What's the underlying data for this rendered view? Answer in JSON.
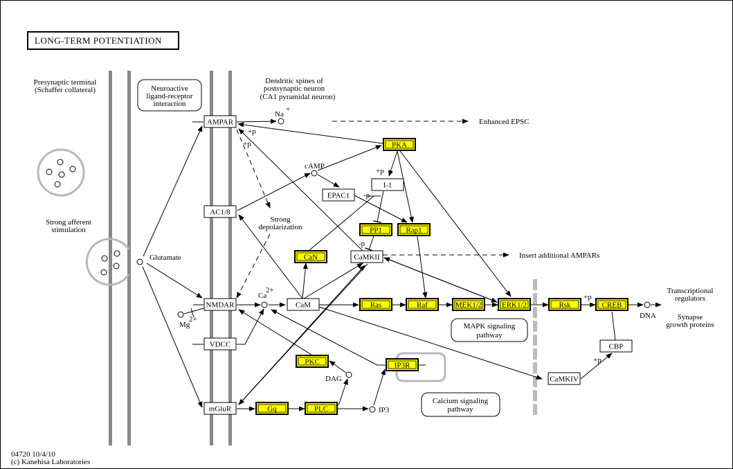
{
  "title": "LONG-TERM POTENTIATION",
  "footer": {
    "map_id_date": "04720 10/4/10",
    "copyright": "(c) Kanehisa Laboratories"
  },
  "colors": {
    "highlight": "#ffff00",
    "membrane": "#888888",
    "vesicle": "#b8b8b8",
    "boundary": "#bbbbbb"
  },
  "regions": {
    "presynaptic": "Presynaptic terminal",
    "presynaptic_sub": "(Schaffer collateral)",
    "dendritic_1": "Dendritic spines of",
    "dendritic_2": "postsynaptic neuron",
    "dendritic_3": "(CA1 pyramidal neuron)",
    "stimulation_1": "Strong afferent",
    "stimulation_2": "stimulation",
    "depolarization_1": "Strong",
    "depolarization_2": "depolarization"
  },
  "pathway_links": {
    "neuroactive_1": "Neuroactive",
    "neuroactive_2": "ligand-receptor",
    "neuroactive_3": "interaction",
    "mapk_1": "MAPK signaling",
    "mapk_2": "pathway",
    "calcium_1": "Calcium signaling",
    "calcium_2": "pathway"
  },
  "outputs": {
    "enhanced_epsc": "Enhanced EPSC",
    "insert_ampars": "Insert additional AMPARs",
    "transcriptional_1": "Transcriptional",
    "transcriptional_2": "regulators",
    "synapse_1": "Synapse",
    "synapse_2": "growth proteins"
  },
  "compounds": {
    "glutamate": "Glutamate",
    "na": "Na",
    "na_charge": "+",
    "camp": "cAMP",
    "ca": "Ca",
    "ca_charge": "2+",
    "mg": "Mg",
    "mg_charge": "2+",
    "dag": "DAG",
    "ip3": "IP3",
    "dna": "DNA"
  },
  "genes": {
    "ampar": {
      "label": "AMPAR",
      "highlighted": false
    },
    "ac18": {
      "label": "AC1/8",
      "highlighted": false
    },
    "nmdar": {
      "label": "NMDAR",
      "highlighted": false
    },
    "vdcc": {
      "label": "VDCC",
      "highlighted": false
    },
    "mglur": {
      "label": "mGluR",
      "highlighted": false
    },
    "pka": {
      "label": "PKA",
      "highlighted": true
    },
    "i1": {
      "label": "I-1",
      "highlighted": false
    },
    "epac1": {
      "label": "EPAC1",
      "highlighted": false
    },
    "pp1": {
      "label": "PP1",
      "highlighted": true
    },
    "rap1": {
      "label": "Rap1",
      "highlighted": true
    },
    "can": {
      "label": "CaN",
      "highlighted": true
    },
    "camkii": {
      "label": "CaMKII",
      "highlighted": false
    },
    "cam": {
      "label": "CaM",
      "highlighted": false
    },
    "ras": {
      "label": "Ras",
      "highlighted": true
    },
    "raf": {
      "label": "Raf",
      "highlighted": true
    },
    "mek12": {
      "label": "MEK1/2",
      "highlighted": true
    },
    "erk12": {
      "label": "ERK1/2",
      "highlighted": true
    },
    "rsk": {
      "label": "Rsk",
      "highlighted": true
    },
    "creb": {
      "label": "CREB",
      "highlighted": true
    },
    "cbp": {
      "label": "CBP",
      "highlighted": false
    },
    "camkiv": {
      "label": "CaMKIV",
      "highlighted": false
    },
    "pkc": {
      "label": "PKC",
      "highlighted": true
    },
    "ip3r": {
      "label": "IP3R",
      "highlighted": true
    },
    "gq": {
      "label": "Gq",
      "highlighted": true
    },
    "plc": {
      "label": "PLC",
      "highlighted": true
    }
  },
  "edge_labels": {
    "plus_p": "+p",
    "minus_p": "-p"
  }
}
